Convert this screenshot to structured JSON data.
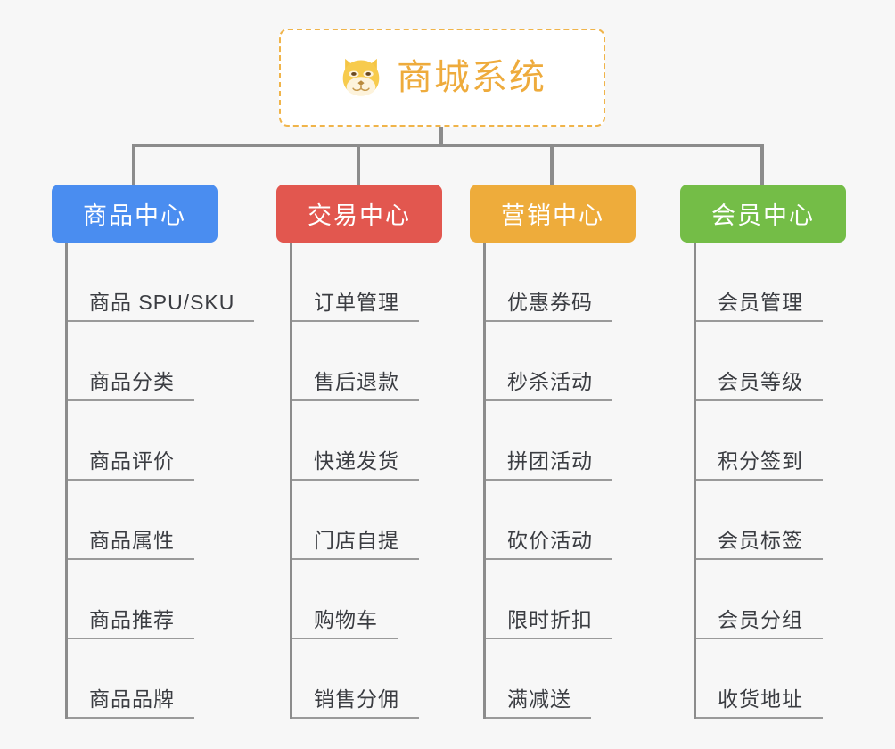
{
  "background_color": "#f7f7f7",
  "root": {
    "title": "商城系统",
    "icon": "shiba-dog-face-icon",
    "text_color": "#eeab3c",
    "border_color": "#f0b44a",
    "fill_color": "#ffffff"
  },
  "connector_color": "#8c8c8c",
  "branches": [
    {
      "label": "商品中心",
      "color": "#4a8df0",
      "items": [
        "商品 SPU/SKU",
        "商品分类",
        "商品评价",
        "商品属性",
        "商品推荐",
        "商品品牌"
      ]
    },
    {
      "label": "交易中心",
      "color": "#e2574f",
      "items": [
        "订单管理",
        "售后退款",
        "快递发货",
        "门店自提",
        "购物车",
        "销售分佣"
      ]
    },
    {
      "label": "营销中心",
      "color": "#eeac3b",
      "items": [
        "优惠券码",
        "秒杀活动",
        "拼团活动",
        "砍价活动",
        "限时折扣",
        "满减送"
      ]
    },
    {
      "label": "会员中心",
      "color": "#74bd47",
      "items": [
        "会员管理",
        "会员等级",
        "积分签到",
        "会员标签",
        "会员分组",
        "收货地址"
      ]
    }
  ]
}
